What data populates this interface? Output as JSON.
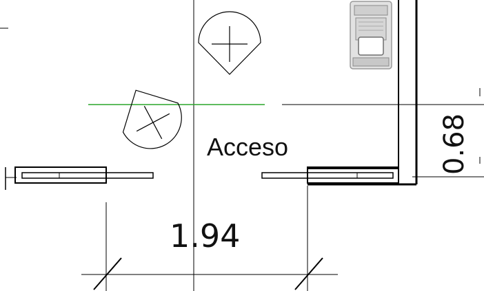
{
  "labels": {
    "access": "Acceso",
    "width_dimension": "1.94",
    "height_dimension": "0.68"
  },
  "colors": {
    "line": "#000000",
    "guide": "#2aa52a",
    "furniture": "#9a9a9a"
  },
  "icons": {
    "light_fixture": "circle-cross-symbol",
    "equipment": "gray-equipment-unit"
  }
}
